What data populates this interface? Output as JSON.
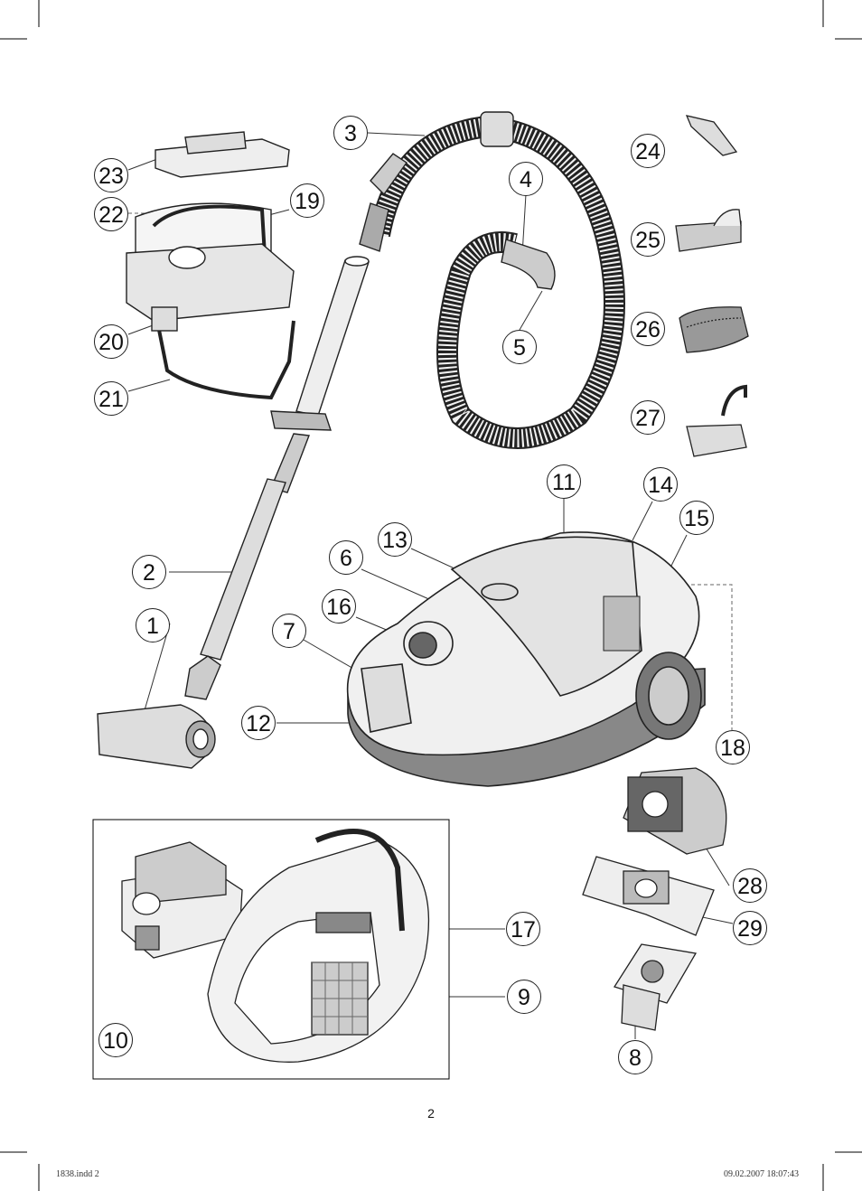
{
  "callouts": [
    "1",
    "2",
    "3",
    "4",
    "5",
    "6",
    "7",
    "8",
    "9",
    "10",
    "11",
    "12",
    "13",
    "14",
    "15",
    "16",
    "17",
    "18",
    "19",
    "20",
    "21",
    "22",
    "23",
    "24",
    "25",
    "26",
    "27",
    "28",
    "29"
  ],
  "page_number": "2",
  "footer": {
    "file": "1838.indd   2",
    "timestamp": "09.02.2007   18:07:43"
  }
}
